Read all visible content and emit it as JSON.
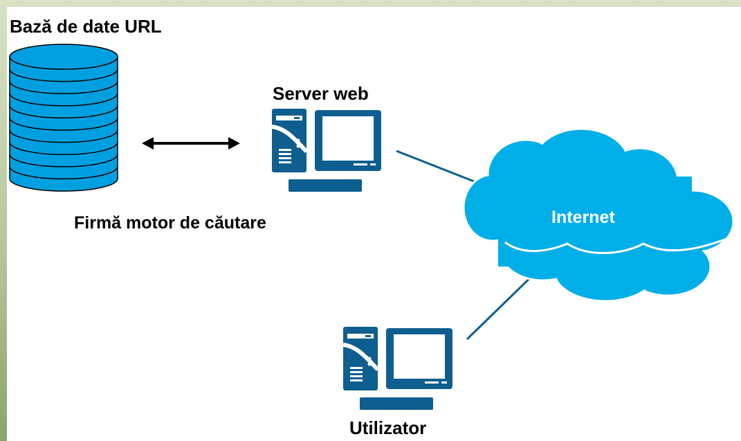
{
  "diagram": {
    "database_label": "Bază de date URL",
    "server_label": "Server web",
    "company_label": "Firmă motor de căutare",
    "internet_label": "Internet",
    "user_label": "Utilizator"
  },
  "colors": {
    "database_fill": "#00a0e0",
    "computer_fill": "#0e5f8f",
    "cloud_fill": "#00aee8",
    "link_line": "#0e5f8f"
  },
  "icons": [
    "database-icon",
    "double-arrow-icon",
    "computer-icon",
    "cloud-icon"
  ]
}
